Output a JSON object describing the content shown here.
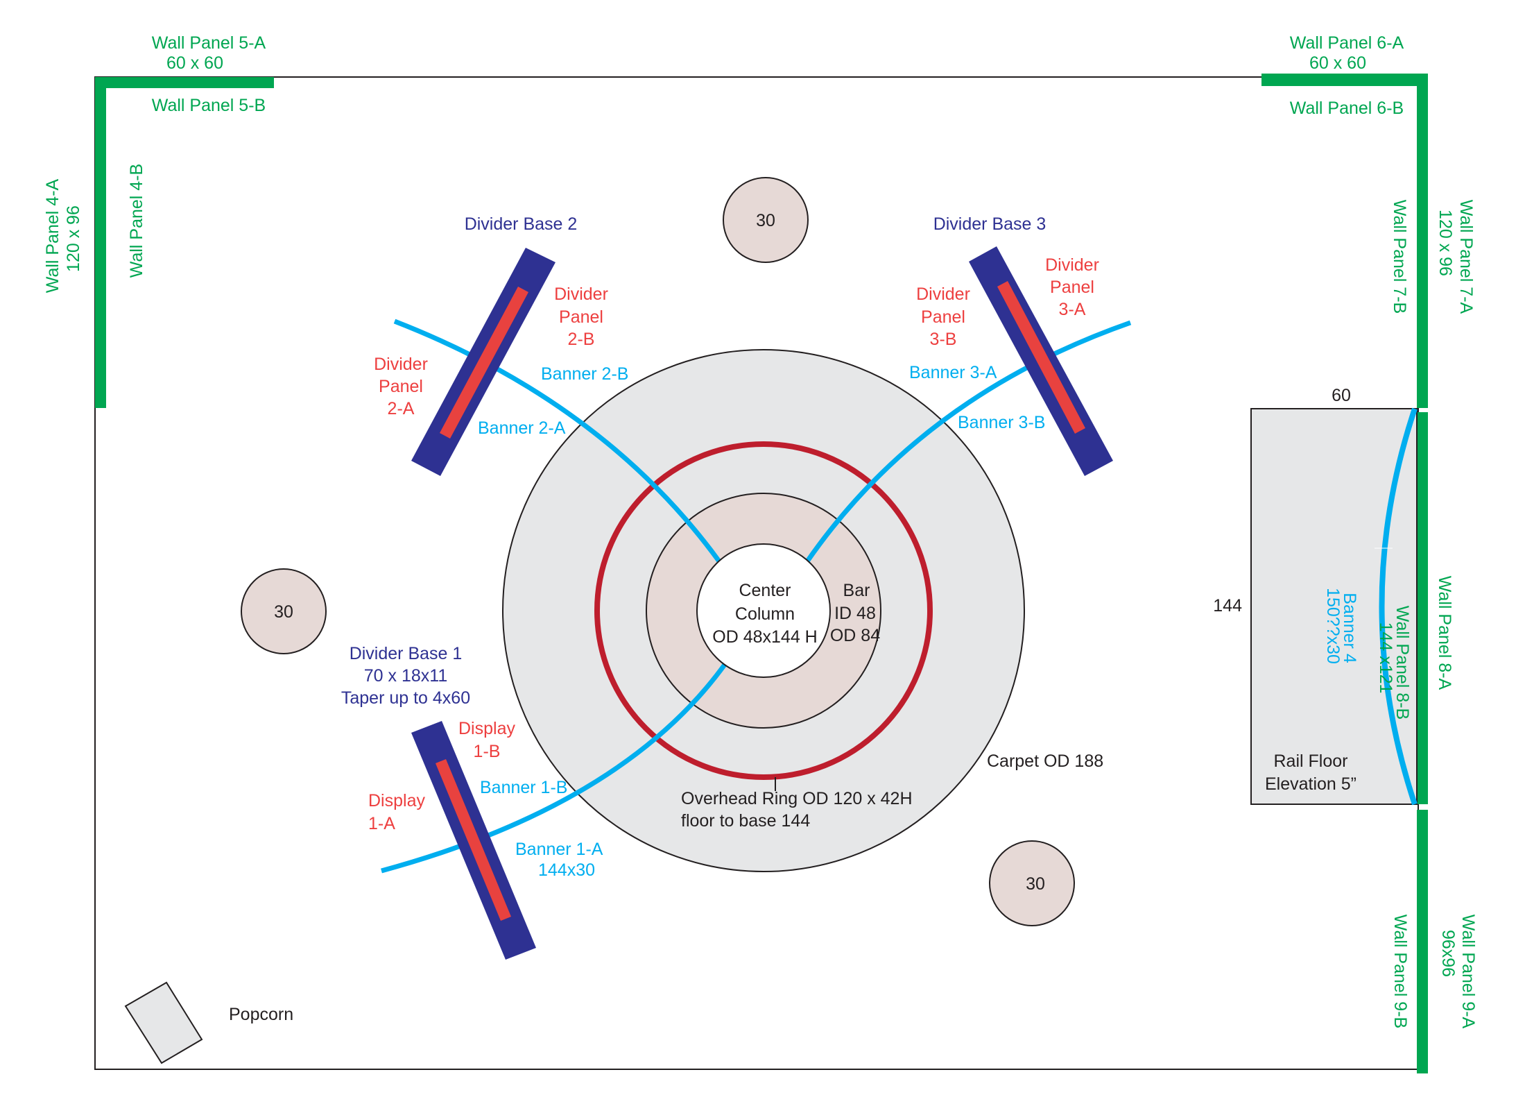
{
  "colors": {
    "wall": "#00a651",
    "divider_base": "#2e3192",
    "divider_panel": "#e8423f",
    "banner": "#00aeef",
    "overhead_ring": "#be1e2d",
    "carpet": "#e6e7e8",
    "bar": "#e6d9d6",
    "table": "#e6d9d6",
    "outline": "#231f20"
  },
  "walls": {
    "p5a": [
      "Wall Panel 5-A",
      "60 x 60"
    ],
    "p5b": "Wall Panel 5-B",
    "p4a": [
      "Wall Panel 4-A",
      "120 x 96"
    ],
    "p4b": "Wall Panel  4-B",
    "p6a": [
      "Wall Panel 6-A",
      "60 x 60"
    ],
    "p6b": "Wall Panel 6-B",
    "p7a": [
      "Wall Panel 7-A",
      "120 x 96"
    ],
    "p7b": "Wall Panel  7-B",
    "p8a": "Wall Panel 8-A",
    "p8b": [
      "Wall Panel 8-B",
      "144 x121"
    ],
    "p9a": [
      "Wall Panel 9-A",
      "96x96"
    ],
    "p9b": "Wall Panel 9-B"
  },
  "tables": [
    {
      "label": "30"
    },
    {
      "label": "30"
    },
    {
      "label": "30"
    }
  ],
  "dividers": {
    "base1": [
      "Divider Base 1",
      "70 x 18x11",
      "Taper up to 4x60"
    ],
    "base2": "Divider Base 2",
    "base3": "Divider Base 3",
    "panel2a": [
      "Divider",
      "Panel",
      "2-A"
    ],
    "panel2b": [
      "Divider",
      "Panel",
      "2-B"
    ],
    "panel3a": [
      "Divider",
      "Panel",
      "3-A"
    ],
    "panel3b": [
      "Divider",
      "Panel",
      "3-B"
    ],
    "display1a": [
      "Display",
      "1-A"
    ],
    "display1b": [
      "Display",
      "1-B"
    ]
  },
  "banners": {
    "b1a": [
      "Banner 1-A",
      "144x30"
    ],
    "b1b": "Banner 1-B",
    "b2a": "Banner 2-A",
    "b2b": "Banner 2-B",
    "b3a": "Banner 3-A",
    "b3b": "Banner 3-B",
    "b4": [
      "Banner 4",
      "150??x30"
    ]
  },
  "center": {
    "column": [
      "Center",
      "Column",
      "OD 48x144 H"
    ],
    "bar": [
      "Bar",
      "ID 48",
      "OD 84"
    ],
    "overhead_ring": [
      "Overhead Ring OD 120 x 42H",
      "floor to base 144"
    ],
    "carpet": "Carpet OD 188"
  },
  "rail": {
    "width_label": "60",
    "height_label": "144",
    "floor_label": [
      "Rail Floor",
      "Elevation 5”"
    ]
  },
  "popcorn": "Popcorn"
}
